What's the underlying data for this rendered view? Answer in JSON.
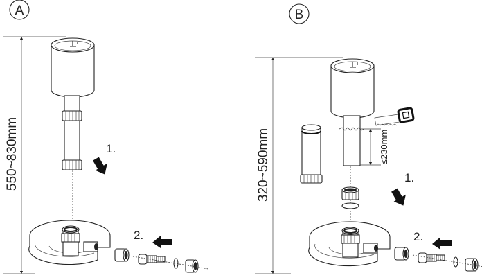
{
  "panels": [
    {
      "label": "A",
      "height_range": "550~830mm",
      "step1": "1.",
      "step2": "2."
    },
    {
      "label": "B",
      "height_range": "320~590mm",
      "step1": "1.",
      "step2": "2.",
      "cut_length": "≤230mm"
    }
  ]
}
